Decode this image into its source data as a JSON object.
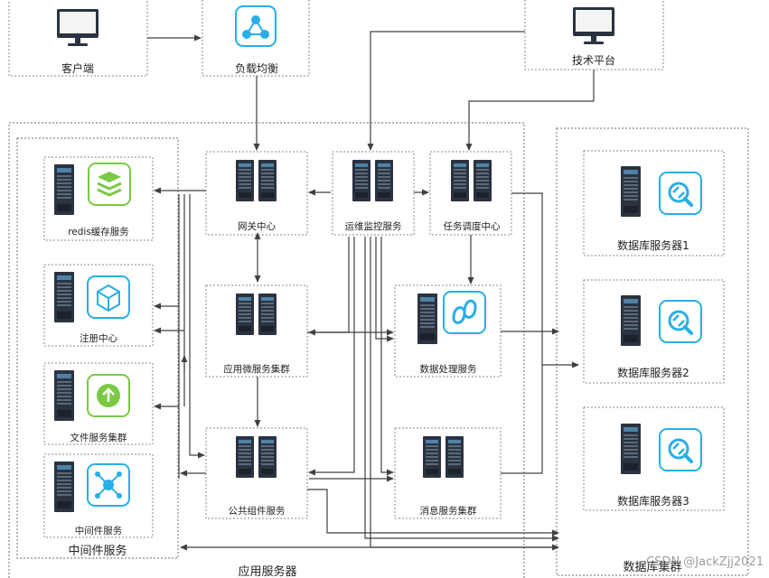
{
  "nodes": {
    "client": "客户端",
    "load_balancer": "负载均衡",
    "tech_platform": "技术平台",
    "gateway": "网关中心",
    "ops_monitor": "运维监控服务",
    "task_scheduler": "任务调度中心",
    "redis": "redis缓存服务",
    "registry": "注册中心",
    "file_service": "文件服务集群",
    "middleware_svc": "中间件服务",
    "app_micro": "应用微服务集群",
    "data_proc": "数据处理服务",
    "common_comp": "公共组件服务",
    "msg_service": "消息服务集群",
    "db1": "数据库服务器1",
    "db2": "数据库服务器2",
    "db3": "数据库服务器3"
  },
  "groups": {
    "middleware": "中间件服务",
    "app_servers": "应用服务器",
    "db_cluster": "数据库集群"
  },
  "watermark": "CSDN @JackZjj2021",
  "colors": {
    "accent": "#29aee6",
    "accent_green": "#7ac943",
    "server_dark": "#2b3340",
    "server_panel": "#3e6d8e",
    "connector": "#404040"
  }
}
